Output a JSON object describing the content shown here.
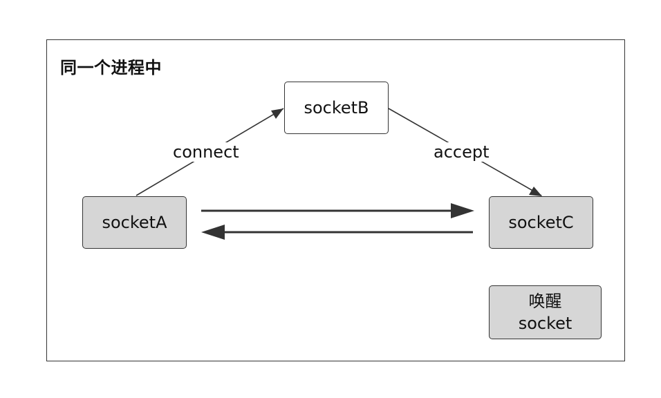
{
  "diagram": {
    "container_title": "同一个进程中",
    "nodes": {
      "socketA": "socketA",
      "socketB": "socketB",
      "socketC": "socketC",
      "wake_line1": "唤醒",
      "wake_line2": "socket"
    },
    "edges": {
      "connect_label": "connect",
      "accept_label": "accept"
    },
    "colors": {
      "stroke": "#333333",
      "gray_fill": "#d6d6d6",
      "white_fill": "#ffffff"
    }
  }
}
